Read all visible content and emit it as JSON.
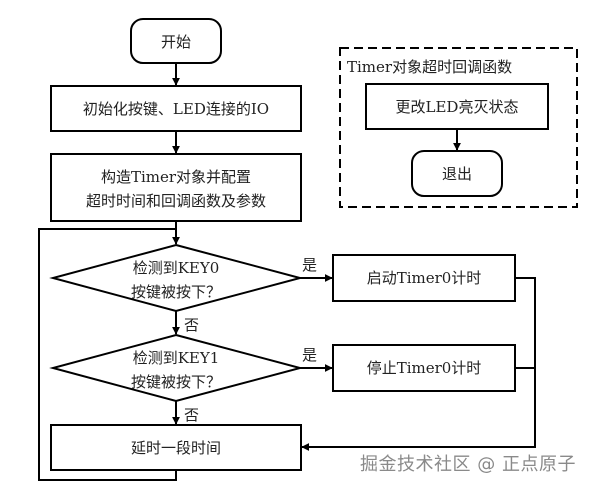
{
  "diagram": {
    "type": "flowchart",
    "colors": {
      "stroke": "#000000",
      "text": "#222222",
      "watermark": "#8a8a8a",
      "background": "#ffffff"
    },
    "nodes": {
      "start": {
        "shape": "terminal",
        "lines": [
          "开始"
        ]
      },
      "init_io": {
        "shape": "process",
        "lines": [
          "初始化按键、LED连接的IO"
        ]
      },
      "construct_timer": {
        "shape": "process",
        "lines": [
          "构造Timer对象并配置",
          "超时时间和回调函数及参数"
        ]
      },
      "check_key0": {
        "shape": "decision",
        "lines": [
          "检测到KEY0",
          "按键被按下？"
        ]
      },
      "check_key1": {
        "shape": "decision",
        "lines": [
          "检测到KEY1",
          "按键被按下？"
        ]
      },
      "start_timer": {
        "shape": "process",
        "lines": [
          "启动Timer0计时"
        ]
      },
      "stop_timer": {
        "shape": "process",
        "lines": [
          "停止Timer0计时"
        ]
      },
      "delay": {
        "shape": "process",
        "lines": [
          "延时一段时间"
        ]
      }
    },
    "callback_group": {
      "title": "Timer对象超时回调函数",
      "nodes": {
        "toggle_led": {
          "shape": "process",
          "lines": [
            "更改LED亮灭状态"
          ]
        },
        "exit": {
          "shape": "terminal",
          "lines": [
            "退出"
          ]
        }
      }
    },
    "edge_labels": {
      "yes": "是",
      "no": "否"
    },
    "edges": [
      {
        "from": "start",
        "to": "init_io",
        "label": ""
      },
      {
        "from": "init_io",
        "to": "construct_timer",
        "label": ""
      },
      {
        "from": "construct_timer",
        "to": "check_key0",
        "label": ""
      },
      {
        "from": "check_key0",
        "to": "start_timer",
        "label": "是"
      },
      {
        "from": "check_key0",
        "to": "check_key1",
        "label": "否"
      },
      {
        "from": "check_key1",
        "to": "stop_timer",
        "label": "是"
      },
      {
        "from": "check_key1",
        "to": "delay",
        "label": "否"
      },
      {
        "from": "start_timer",
        "to": "delay",
        "label": ""
      },
      {
        "from": "stop_timer",
        "to": "delay",
        "label": ""
      },
      {
        "from": "delay",
        "to": "check_key0",
        "label": ""
      },
      {
        "from": "toggle_led",
        "to": "exit",
        "label": ""
      }
    ]
  },
  "watermark": "掘金技术社区 @ 正点原子"
}
